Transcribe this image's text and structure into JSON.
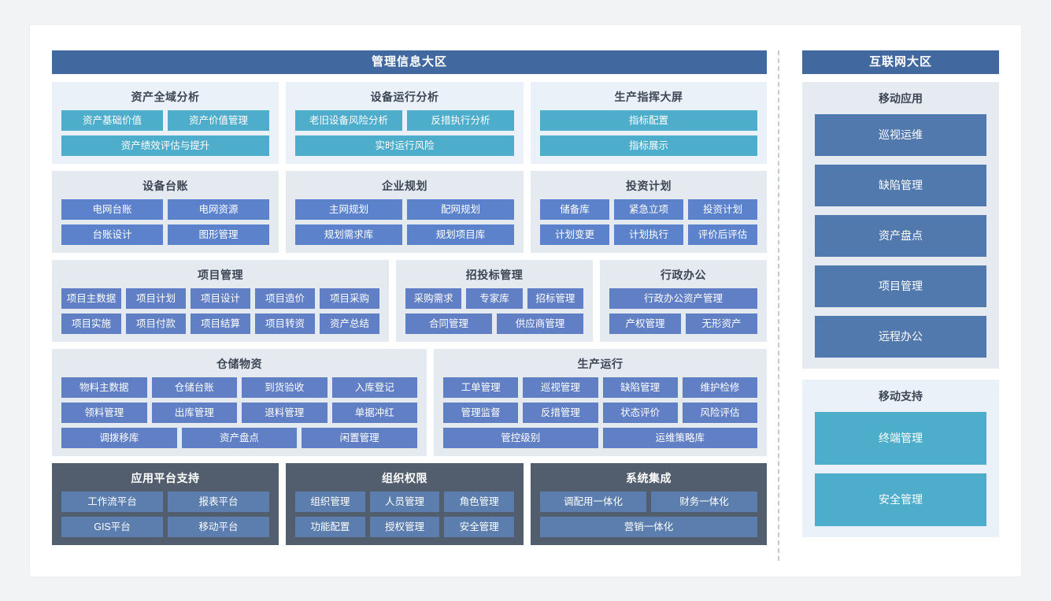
{
  "colors": {
    "region_header": "#41699f",
    "card_pale": "#eaf1f8",
    "card_gray": "#e5eaf1",
    "card_dark": "#525e6e",
    "tile_cyan": "#4fadcc",
    "tile_blue": "#5b82ca",
    "tile_steel": "#5b7eaf",
    "divider": "#c2ccd8"
  },
  "left_region": {
    "header": "管理信息大区",
    "row1": [
      {
        "title": "资产全域分析",
        "tile_rows": [
          [
            "资产基础价值",
            "资产价值管理"
          ],
          [
            "资产绩效评估与提升"
          ]
        ]
      },
      {
        "title": "设备运行分析",
        "tile_rows": [
          [
            "老旧设备风险分析",
            "反措执行分析"
          ],
          [
            "实时运行风险"
          ]
        ]
      },
      {
        "title": "生产指挥大屏",
        "tile_rows": [
          [
            "指标配置"
          ],
          [
            "指标展示"
          ]
        ]
      }
    ],
    "row2": [
      {
        "title": "设备台账",
        "tile_rows": [
          [
            "电网台账",
            "电网资源"
          ],
          [
            "台账设计",
            "图形管理"
          ]
        ]
      },
      {
        "title": "企业规划",
        "tile_rows": [
          [
            "主网规划",
            "配网规划"
          ],
          [
            "规划需求库",
            "规划项目库"
          ]
        ]
      },
      {
        "title": "投资计划",
        "tile_rows": [
          [
            "储备库",
            "紧急立项",
            "投资计划"
          ],
          [
            "计划变更",
            "计划执行",
            "评价后评估"
          ]
        ]
      }
    ],
    "row3": [
      {
        "title": "项目管理",
        "tile_rows": [
          [
            "项目主数据",
            "项目计划",
            "项目设计",
            "项目造价",
            "项目采购"
          ],
          [
            "项目实施",
            "项目付款",
            "项目结算",
            "项目转资",
            "资产总结"
          ]
        ]
      },
      {
        "title": "招投标管理",
        "tile_rows": [
          [
            "采购需求",
            "专家库",
            "招标管理"
          ],
          [
            "合同管理",
            "供应商管理"
          ]
        ]
      },
      {
        "title": "行政办公",
        "tile_rows": [
          [
            "行政办公资产管理"
          ],
          [
            "产权管理",
            "无形资产"
          ]
        ]
      }
    ],
    "row4": [
      {
        "title": "仓储物资",
        "tile_rows": [
          [
            "物料主数据",
            "仓储台账",
            "到货验收",
            "入库登记"
          ],
          [
            "领料管理",
            "出库管理",
            "退料管理",
            "单据冲红"
          ],
          [
            "调拨移库",
            "资产盘点",
            "闲置管理"
          ]
        ]
      },
      {
        "title": "生产运行",
        "tile_rows": [
          [
            "工单管理",
            "巡视管理",
            "缺陷管理",
            "维护检修"
          ],
          [
            "管理监督",
            "反措管理",
            "状态评价",
            "风险评估"
          ],
          [
            "管控级别",
            "运维策略库"
          ]
        ]
      }
    ],
    "row5": [
      {
        "title": "应用平台支持",
        "tile_rows": [
          [
            "工作流平台",
            "报表平台"
          ],
          [
            "GIS平台",
            "移动平台"
          ]
        ]
      },
      {
        "title": "组织权限",
        "tile_rows": [
          [
            "组织管理",
            "人员管理",
            "角色管理"
          ],
          [
            "功能配置",
            "授权管理",
            "安全管理"
          ]
        ]
      },
      {
        "title": "系统集成",
        "tile_rows": [
          [
            "调配用一体化",
            "财务一体化"
          ],
          [
            "营销一体化"
          ]
        ]
      }
    ]
  },
  "right_region": {
    "header": "互联网大区",
    "groups": [
      {
        "title": "移动应用",
        "items": [
          "巡视运维",
          "缺陷管理",
          "资产盘点",
          "项目管理",
          "远程办公"
        ]
      },
      {
        "title": "移动支持",
        "items": [
          "终端管理",
          "安全管理"
        ]
      }
    ]
  }
}
